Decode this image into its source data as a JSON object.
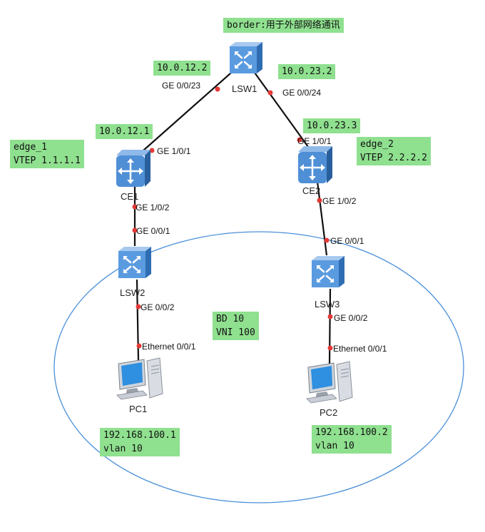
{
  "title_note": "border:用于外部网络通讯",
  "devices": {
    "lsw1": "LSW1",
    "ce1": "CE1",
    "ce2": "CE2",
    "lsw2": "LSW2",
    "lsw3": "LSW3",
    "pc1": "PC1",
    "pc2": "PC2"
  },
  "ip_notes": {
    "lsw1_left": "10.0.12.2",
    "lsw1_right": "10.0.23.2",
    "ce1_up": "10.0.12.1",
    "ce2_up": "10.0.23.3"
  },
  "edge1": {
    "line1": "edge_1",
    "line2": "VTEP 1.1.1.1"
  },
  "edge2": {
    "line1": "edge_2",
    "line2": "VTEP 2.2.2.2"
  },
  "bd": {
    "line1": "BD 10",
    "line2": "VNI 100"
  },
  "pc1_note": {
    "line1": "192.168.100.1",
    "line2": "vlan 10"
  },
  "pc2_note": {
    "line1": "192.168.100.2",
    "line2": "vlan 10"
  },
  "ports": {
    "lsw1_to_ce1": "GE 0/0/23",
    "lsw1_to_ce2": "GE 0/0/24",
    "ce1_up": "GE 1/0/1",
    "ce2_up": "GE 1/0/1",
    "ce1_down": "GE 1/0/2",
    "ce2_down": "GE 1/0/2",
    "lsw2_up": "GE 0/0/1",
    "lsw3_up": "GE 0/0/1",
    "lsw2_down": "GE 0/0/2",
    "lsw3_down": "GE 0/0/2",
    "pc1_eth": "Ethernet 0/0/1",
    "pc2_eth": "Ethernet 0/0/1"
  },
  "colors": {
    "note_bg": "#8fe08f",
    "link": "#111111",
    "port_dot": "#e53935",
    "ellipse": "#4a90d9",
    "device_blue": "#4f8fd6"
  }
}
